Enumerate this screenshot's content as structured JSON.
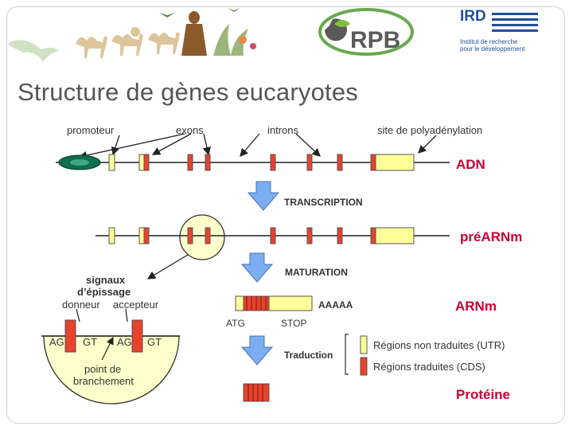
{
  "logos": {
    "rpb": "RPB",
    "ird_name": "IRD",
    "ird_line1": "Institut de recherche",
    "ird_line2": "pour le développement"
  },
  "title": "Structure de gènes eucaryotes",
  "labels": {
    "promoteur": "promoteur",
    "exons": "exons",
    "introns": "introns",
    "polyA_site": "site de polyadénylation",
    "adn": "ADN",
    "transcription": "TRANSCRIPTION",
    "pre_arnm": "préARNm",
    "maturation": "MATURATION",
    "aaaaa": "AAAAA",
    "arnm": "ARNm",
    "atg": "ATG",
    "stop": "STOP",
    "traduction": "Traduction",
    "utr_legend": "Régions non traduites (UTR)",
    "cds_legend": "Régions traduites (CDS)",
    "proteine": "Protéine"
  },
  "splicing_detail": {
    "title_line1": "signaux",
    "title_line2": "d’épissage",
    "donneur": "donneur",
    "accepteur": "accepteur",
    "ag_left": "AG",
    "gt_left": "GT",
    "ag_right": "AG",
    "gt_right": "GT",
    "branch_line1": "point de",
    "branch_line2": "branchement"
  },
  "colors": {
    "title": "#555555",
    "accent_red": "#cc0033",
    "exon_red": "#e8412c",
    "utr_yellow": "#ffff99",
    "promoter_green": "#0f6e50",
    "arrow_blue": "#7aaef0",
    "detail_circle": "#ffffcc"
  }
}
